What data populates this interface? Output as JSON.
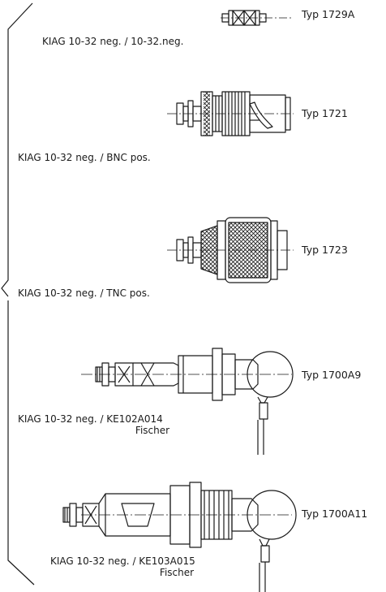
{
  "items": [
    {
      "type_label": "Typ 1729A",
      "description": "KIAG 10-32 neg. / 10-32.neg.",
      "description_line2": ""
    },
    {
      "type_label": "Typ 1721",
      "description": "KIAG 10-32 neg. / BNC pos.",
      "description_line2": ""
    },
    {
      "type_label": "Typ 1723",
      "description": "KIAG 10-32 neg. / TNC pos.",
      "description_line2": ""
    },
    {
      "type_label": "Typ 1700A9",
      "description": "KIAG 10-32 neg. / KE102A014",
      "description_line2": "Fischer"
    },
    {
      "type_label": "Typ 1700A11",
      "description": "KIAG 10-32 neg. / KE103A015",
      "description_line2": "Fischer"
    }
  ]
}
